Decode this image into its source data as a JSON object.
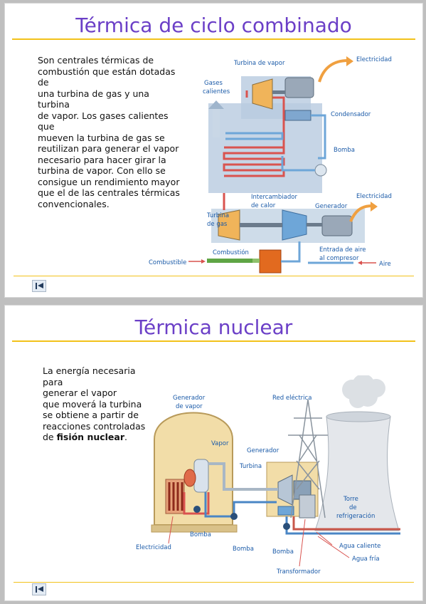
{
  "slide1": {
    "title": "Térmica de ciclo combinado",
    "body_lines": [
      "Son centrales térmicas de",
      "combustión que están dotadas de",
      "una turbina de gas y una turbina",
      "de vapor. Los gases calientes que",
      "mueven la turbina de gas se",
      "reutilizan para generar el vapor",
      "necesario para hacer girar la",
      "turbina de vapor. Con ello se",
      "consigue un rendimiento mayor",
      "que el de las centrales térmicas",
      "convencionales."
    ],
    "labels": {
      "turbina_vapor": "Turbina de vapor",
      "electricidad_top": "Electricidad",
      "gases_1": "Gases",
      "gases_2": "calientes",
      "condensador": "Condensador",
      "bomba": "Bomba",
      "intercambiador_1": "Intercambiador",
      "intercambiador_2": "de calor",
      "electricidad_bottom": "Electricidad",
      "generador": "Generador",
      "turbina_gas_1": "Turbina",
      "turbina_gas_2": "de gas",
      "entrada_1": "Entrada de aire",
      "entrada_2": "al compresor",
      "combustible": "Combustible",
      "combustion": "Combustión",
      "aire": "Aire"
    }
  },
  "slide2": {
    "title": "Térmica nuclear",
    "body_lines": [
      "La energía necesaria para",
      "generar el vapor",
      "que moverá la turbina",
      "se obtiene a partir de",
      "reacciones controladas"
    ],
    "body_last_prefix": "de ",
    "body_last_bold": "fisión nuclear",
    "body_last_suffix": ".",
    "labels": {
      "generador_vapor_1": "Generador",
      "generador_vapor_2": "de vapor",
      "red_electrica": "Red eléctrica",
      "vapor": "Vapor",
      "generador": "Generador",
      "turbina": "Turbina",
      "torre_1": "Torre",
      "torre_2": "de",
      "torre_3": "refrigeración",
      "bomba_1": "Bomba",
      "electricidad": "Electricidad",
      "bomba_2": "Bomba",
      "bomba_3": "Bomba",
      "agua_caliente": "Agua caliente",
      "agua_fria": "Agua fría",
      "transformador": "Transformador"
    }
  },
  "nav": {
    "icon": "first-slide-icon"
  },
  "colors": {
    "title": "#6b3fc7",
    "rule": "#f2c21b",
    "label": "#1a5aa8"
  }
}
